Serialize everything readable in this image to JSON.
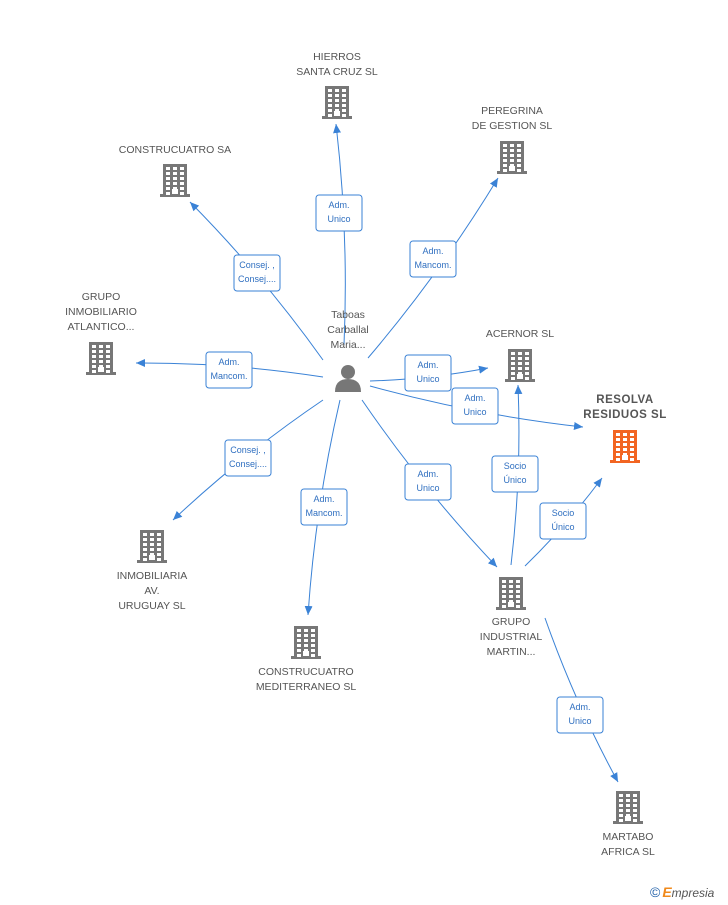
{
  "colors": {
    "edge": "#3a82d6",
    "building": "#777777",
    "building_highlight": "#f26522",
    "person": "#777777",
    "label": "#555555"
  },
  "person": {
    "label_lines": [
      "Taboas",
      "Carballal",
      "Maria..."
    ],
    "icon": "person-icon"
  },
  "nodes": [
    {
      "id": "hierros",
      "label_lines": [
        "HIERROS",
        "SANTA CRUZ SL"
      ],
      "highlight": false
    },
    {
      "id": "peregrina",
      "label_lines": [
        "PEREGRINA",
        "DE GESTION SL"
      ],
      "highlight": false
    },
    {
      "id": "construcuatro-sa",
      "label_lines": [
        "CONSTRUCUATRO SA"
      ],
      "highlight": false
    },
    {
      "id": "grupo-inmobiliario",
      "label_lines": [
        "GRUPO",
        "INMOBILIARIO",
        "ATLANTICO..."
      ],
      "highlight": false
    },
    {
      "id": "acernor",
      "label_lines": [
        "ACERNOR SL"
      ],
      "highlight": false
    },
    {
      "id": "resolva",
      "label_lines": [
        "RESOLVA",
        "RESIDUOS  SL"
      ],
      "highlight": true
    },
    {
      "id": "inmobiliaria-uruguay",
      "label_lines": [
        "INMOBILIARIA",
        "AV.",
        "URUGUAY SL"
      ],
      "highlight": false
    },
    {
      "id": "construcuatro-med",
      "label_lines": [
        "CONSTRUCUATRO",
        "MEDITERRANEO SL"
      ],
      "highlight": false
    },
    {
      "id": "grupo-industrial",
      "label_lines": [
        "GRUPO",
        "INDUSTRIAL",
        "MARTIN..."
      ],
      "highlight": false
    },
    {
      "id": "martabo",
      "label_lines": [
        "MARTABO",
        "AFRICA SL"
      ],
      "highlight": false
    }
  ],
  "edges": [
    {
      "from": "person",
      "to": "hierros",
      "label_lines": [
        "Adm.",
        "Unico"
      ]
    },
    {
      "from": "person",
      "to": "peregrina",
      "label_lines": [
        "Adm.",
        "Mancom."
      ]
    },
    {
      "from": "person",
      "to": "construcuatro-sa",
      "label_lines": [
        "Consej. ,",
        "Consej...."
      ]
    },
    {
      "from": "person",
      "to": "grupo-inmobiliario",
      "label_lines": [
        "Adm.",
        "Mancom."
      ]
    },
    {
      "from": "person",
      "to": "acernor",
      "label_lines": [
        "Adm.",
        "Unico"
      ]
    },
    {
      "from": "person",
      "to": "resolva",
      "label_lines": [
        "Adm.",
        "Unico"
      ]
    },
    {
      "from": "person",
      "to": "inmobiliaria-uruguay",
      "label_lines": [
        "Consej. ,",
        "Consej...."
      ]
    },
    {
      "from": "person",
      "to": "construcuatro-med",
      "label_lines": [
        "Adm.",
        "Mancom."
      ]
    },
    {
      "from": "person",
      "to": "grupo-industrial",
      "label_lines": [
        "Adm.",
        "Unico"
      ]
    },
    {
      "from": "grupo-industrial",
      "to": "acernor",
      "label_lines": [
        "Socio",
        "Único"
      ]
    },
    {
      "from": "grupo-industrial",
      "to": "resolva",
      "label_lines": [
        "Socio",
        "Único"
      ]
    },
    {
      "from": "grupo-industrial",
      "to": "martabo",
      "label_lines": [
        "Adm.",
        "Unico"
      ]
    }
  ],
  "watermark": {
    "symbol": "©",
    "brand_initial": "E",
    "brand_rest": "mpresia"
  }
}
